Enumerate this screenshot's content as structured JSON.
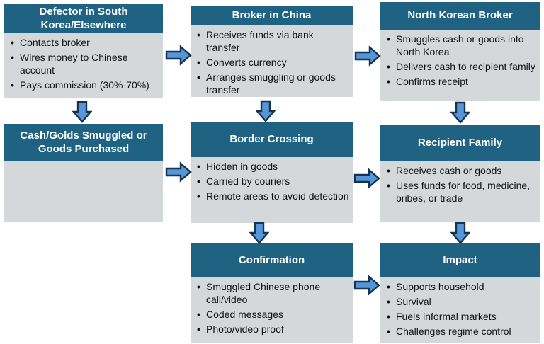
{
  "colors": {
    "header_bg": "#1F6282",
    "body_bg": "#D5D8DB",
    "arrow_fill": "#5496D8",
    "arrow_outline": "#17334F",
    "header_text": "#FFFFFF",
    "body_text": "#111111",
    "page_bg": "#FFFFFF"
  },
  "diagram": {
    "boxes": [
      {
        "id": "defector",
        "title": "Defector in South Korea/Elsewhere",
        "bullets": [
          "Contacts broker",
          "Wires money to Chinese account",
          "Pays commission (30%-70%)"
        ]
      },
      {
        "id": "broker-in-china",
        "title": "Broker in China",
        "bullets": [
          "Receives funds via bank transfer",
          "Converts currency",
          "Arranges smuggling or goods transfer"
        ]
      },
      {
        "id": "north-korean-broker",
        "title": "North Korean Broker",
        "bullets": [
          "Smuggles cash or goods into North Korea",
          "Delivers cash to recipient family",
          "Confirms receipt"
        ]
      },
      {
        "id": "cash-golds",
        "title": "Cash/Golds Smuggled or Goods Purchased",
        "bullets": []
      },
      {
        "id": "border-crossing",
        "title": "Border Crossing",
        "bullets": [
          "Hidden in goods",
          "Carried by couriers",
          "Remote areas to avoid detection"
        ]
      },
      {
        "id": "recipient-family",
        "title": "Recipient Family",
        "bullets": [
          "Receives cash or goods",
          "Uses funds for food, medicine, bribes, or trade"
        ]
      },
      {
        "id": "confirmation",
        "title": "Confirmation",
        "bullets": [
          "Smuggled Chinese phone call/video",
          "Coded messages",
          "Photo/video proof"
        ]
      },
      {
        "id": "impact",
        "title": "Impact",
        "bullets": [
          "Supports household",
          "Survival",
          "Fuels informal markets",
          "Challenges regime control"
        ]
      }
    ]
  }
}
